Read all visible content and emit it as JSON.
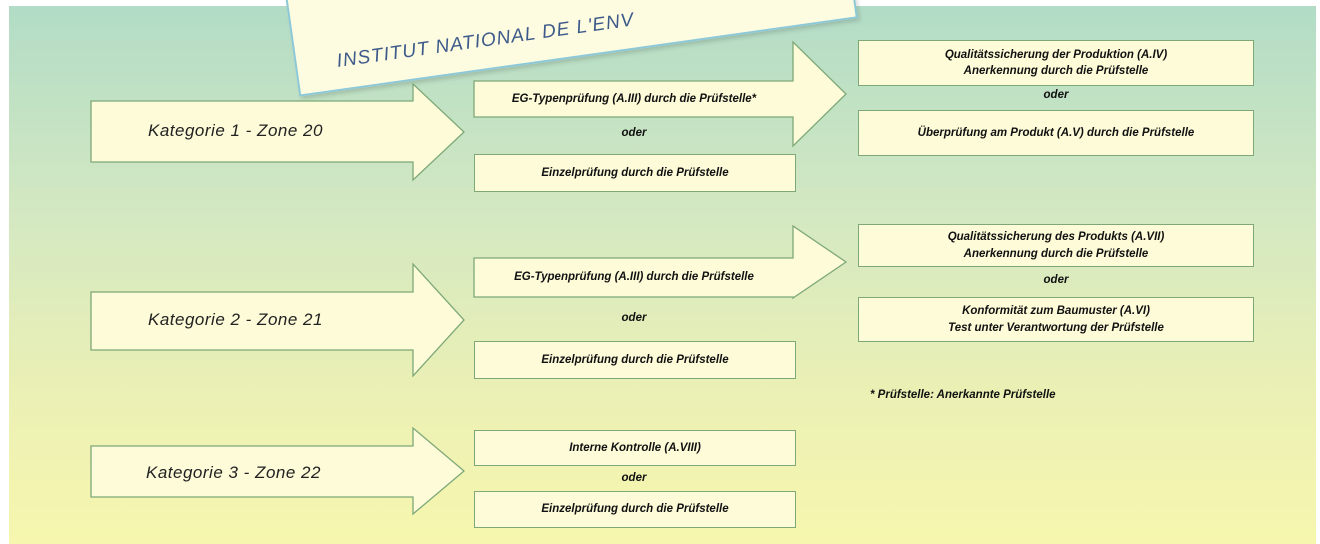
{
  "stamp": {
    "text": "INSTITUT NATIONAL DE L'ENV"
  },
  "rows": [
    {
      "category": "Kategorie 1 - Zone 20",
      "mid_top": "EG-Typenprüfung (A.III) durch die Prüfstelle*",
      "mid_or": "oder",
      "mid_bottom": "Einzelprüfung durch die Prüfstelle",
      "right_top": "Qualitätssicherung der Produktion (A.IV)\nAnerkennung durch die Prüfstelle",
      "right_or": "oder",
      "right_bottom": "Überprüfung am Produkt (A.V) durch die Prüfstelle"
    },
    {
      "category": "Kategorie 2 - Zone 21",
      "mid_top": "EG-Typenprüfung (A.III) durch die Prüfstelle",
      "mid_or": "oder",
      "mid_bottom": "Einzelprüfung durch die Prüfstelle",
      "right_top": "Qualitätssicherung des Produkts (A.VII)\nAnerkennung durch die Prüfstelle",
      "right_or": "oder",
      "right_bottom": "Konformität zum Baumuster (A.VI)\nTest unter Verantwortung der Prüfstelle"
    },
    {
      "category": "Kategorie 3 - Zone 22",
      "mid_top": "Interne Kontrolle (A.VIII)",
      "mid_or": "oder",
      "mid_bottom": "Einzelprüfung durch die Prüfstelle"
    }
  ],
  "footnote": "* Prüfstelle: Anerkannte Prüfstelle",
  "colors": {
    "arrow_fill": "#fdfbd8",
    "arrow_stroke": "#7ea878",
    "box_fill": "#fdfbd8"
  }
}
